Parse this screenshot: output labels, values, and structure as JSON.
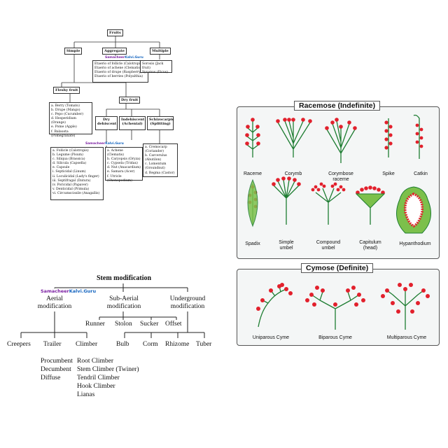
{
  "fruits": {
    "root": "Fruits",
    "simple": "Simple",
    "aggregate": "Aggregate",
    "multiple": "Multiple",
    "watermark_a": "Samacheer",
    "watermark_b": "Kalvi.Guru",
    "aggregate_items": [
      "Etaerio of follicle (Calotropis)",
      "Etaerio of achene (Clematis)",
      "Etaerio of drupe (Raspberry)",
      "Etaerio of berries (Polyalthia)"
    ],
    "multiple_items": [
      "Sorosis (Jack fruit)",
      "Syconus (Ficus)"
    ],
    "fleshy": "Fleshy fruit",
    "dry": "Dry fruit",
    "fleshy_items": [
      "a. Berry (Tomato)",
      "b. Drupe (Mango)",
      "c. Pepo (Cucumber)",
      "d. Hesperidium (Orange)",
      "e. Pome (Apple)",
      "f. Balausta (Pomegranate)"
    ],
    "dry_dehiscent": "Dry dehiscent",
    "indehiscent": "Indehiscent (Achenial)",
    "schizocarpic": "Schizocarpic (Splitting)",
    "dehiscent_items": [
      "a. Follicle (Calotropis)",
      "b. Legume (Pisum)",
      "c. Siliqua (Brassica)",
      "d. Silicula (Capsella)",
      "e. Capsule",
      "  i. Septicidal (Linum)",
      "  ii. Loculicidal (Lady's finger)",
      "  iii. Septifragal (Datura)",
      "  iv. Poricidal (Papaver)",
      "  v. Denticidal (Primula)",
      "  vi. Circumscissile (Anagallis)"
    ],
    "indehiscent_items": [
      "a. Achene (Clematis)",
      "b. Caryopsis (Oryza)",
      "c. Cypsela (Tridax)",
      "d. Nut (Anacardium)",
      "e. Samara (Acer)",
      "f. Utricle (Chenopodium)"
    ],
    "schizocarpic_items": [
      "a. Cremocarp (Coriander)",
      "b. Carcerulus (Abutilon)",
      "c. Lomentum (Groundnut)",
      "d. Regma (Castor)"
    ]
  },
  "stem": {
    "title": "Stem modification",
    "watermark_a": "Samacheer",
    "watermark_b": "Kalvi.Guru",
    "aerial": "Aerial\nmodification",
    "sub_aerial": "Sub-Aerial\nmodification",
    "underground": "Underground\nmodification",
    "runner": "Runner",
    "stolon": "Stolon",
    "sucker": "Sucker",
    "offset": "Offset",
    "creepers": "Creepers",
    "trailer": "Trailer",
    "climber": "Climber",
    "bulb": "Bulb",
    "corm": "Corm",
    "rhizome": "Rhizome",
    "tuber": "Tuber",
    "trailer_items": [
      "Procumbent",
      "Decumbent",
      "Diffuse"
    ],
    "climber_items": [
      "Root Climber",
      "Stem Climber (Twiner)",
      "Tendril Climber",
      "Hook Climber",
      "Lianas"
    ]
  },
  "racemose": {
    "title": "Racemose (Indefinite)",
    "labels": [
      "Raceme",
      "Corymb",
      "Corymbose\nraceme",
      "Spike",
      "Catkin",
      "Spadix",
      "Simple\numbel",
      "Compound\numbel",
      "Capitulum\n(head)",
      "Hypanthodium"
    ]
  },
  "cymose": {
    "title": "Cymose (Definite)",
    "labels": [
      "Uniparous Cyme",
      "Biparous Cyme",
      "Multiparous Cyme"
    ]
  },
  "colors": {
    "stem_green": "#1e7d32",
    "flower_red": "#e2202c",
    "panel_bg": "#f4f6f6",
    "watermark_purple": "#7b1fa2",
    "watermark_blue": "#1565c0"
  }
}
